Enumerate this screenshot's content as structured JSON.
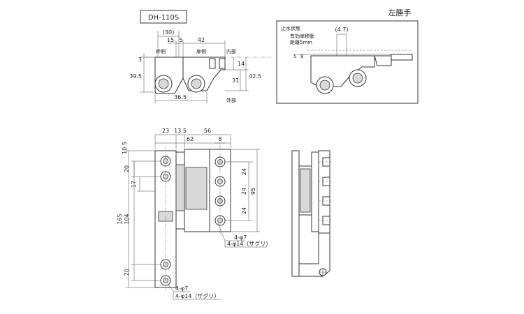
{
  "model": "DH-110S",
  "hand": "左勝手",
  "top_view": {
    "labels": {
      "frame_side": "枠側",
      "door_side": "扉側",
      "inside": "内部",
      "outside": "外部"
    },
    "dims": {
      "d30": "(30)",
      "d15": "15",
      "d5": "5",
      "d42": "42",
      "d3": "3",
      "d14": "14",
      "d31": "31",
      "d42_5": "42.5",
      "d39_5": "39.5",
      "d36_5": "36.5"
    }
  },
  "detail": {
    "title": "止水状態",
    "note_line1": "有効扉移動",
    "note_line2": "距離5mm",
    "dims": {
      "d4_7": "(4.7)",
      "d5": "5",
      "d8": "8"
    }
  },
  "front_view": {
    "dims": {
      "d23": "23",
      "d13_5": "13.5",
      "d56": "56",
      "d62": "62",
      "d8": "8",
      "d10_5": "10.5",
      "d20a": "20",
      "d17": "17",
      "d165": "165",
      "d104": "104",
      "d20b": "20",
      "d24a": "24",
      "d24b": "24",
      "d24c": "24",
      "d95": "95"
    },
    "hole_note_right": {
      "line1": "4-φ7",
      "line2": "4-φ14（ザグリ）"
    },
    "hole_note_left": {
      "line1": "4-φ7",
      "line2": "4-φ14（ザグリ）"
    }
  }
}
